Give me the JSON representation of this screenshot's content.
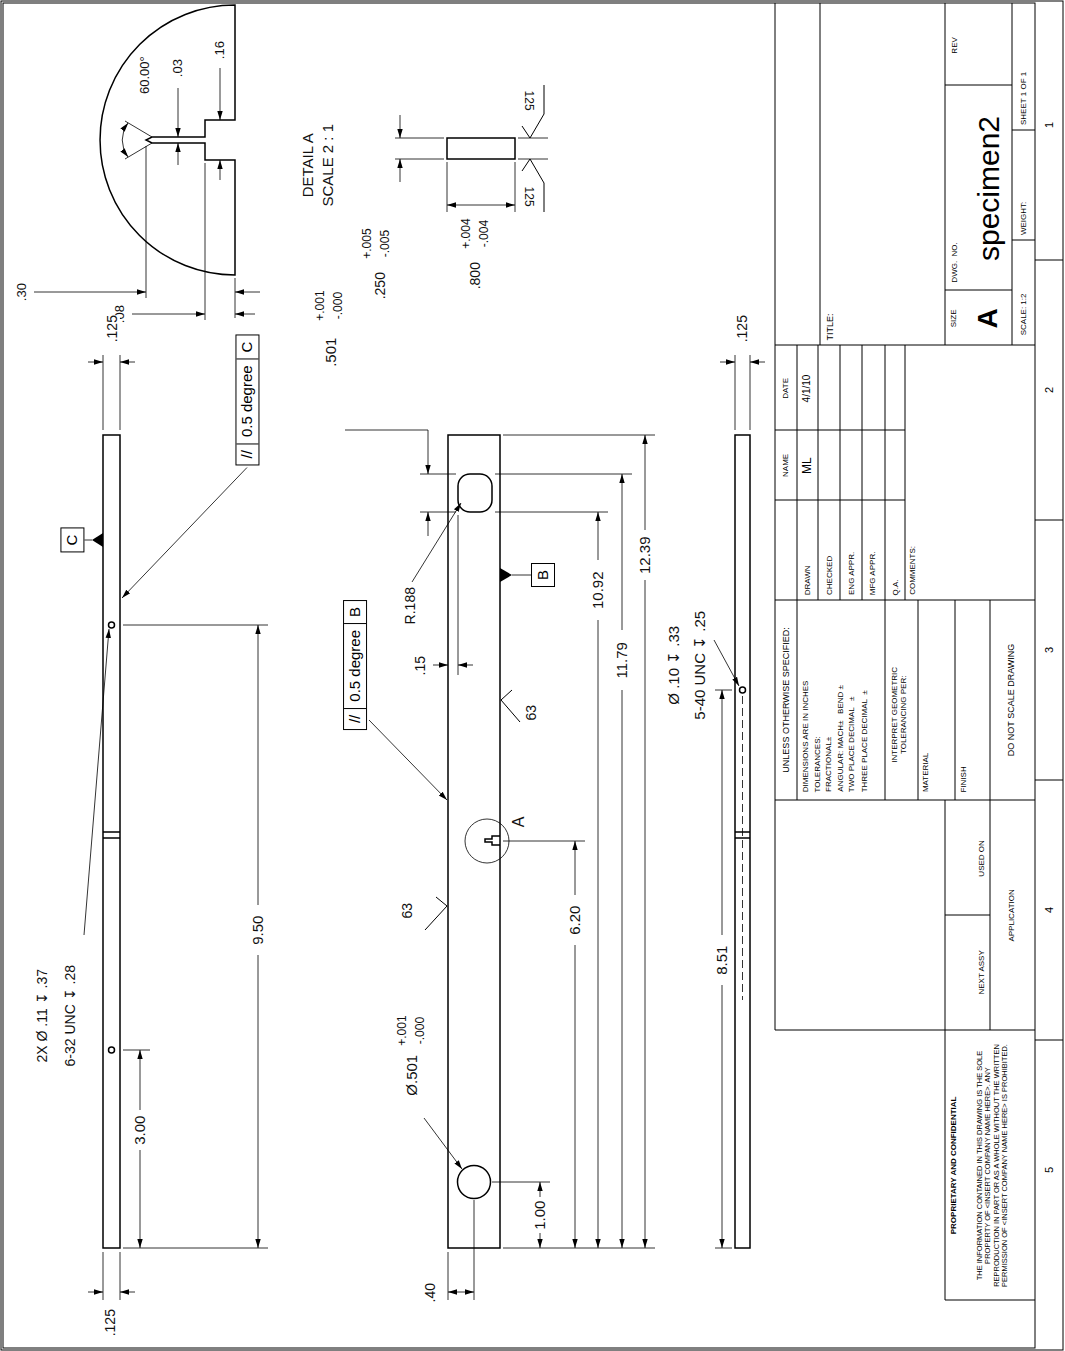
{
  "diagram": {
    "nodes": [
      {
        "text": [
          "C"
        ]
      },
      {
        "text": [
          "//",
          "0.5 degree",
          "C"
        ]
      },
      {
        "text": [
          "//",
          "0.5 degree",
          "B"
        ]
      },
      {
        "text": [
          "B"
        ]
      }
    ],
    "labels": [
      ".30",
      ".08",
      "60.00°",
      ".03",
      ".16",
      "DETAIL A",
      "SCALE 2 : 1",
      ".250",
      "+.005",
      "-.005",
      ".800",
      "+.004",
      "-.004",
      "125",
      "125",
      ".125",
      ".501",
      "+.001",
      "-.000",
      "2X Ø .11 ↧ .37",
      "6-32 UNC ↧ .28",
      "9.50",
      "3.00",
      ".125",
      "R.188",
      ".15",
      "63",
      "Ø.501",
      "+.001",
      "-.000",
      "63",
      "A",
      "6.20",
      "10.92",
      "11.79",
      "12.39",
      "1.00",
      ".40",
      ".125",
      "Ø .10 ↧ .33",
      "5-40 UNC ↧ .25",
      "8.51",
      "UNLESS OTHERWISE SPECIFIED:",
      "NAME",
      "DATE",
      "DIMENSIONS ARE IN INCHES",
      "TOLERANCES:",
      "FRACTIONAL±",
      "ANGULAR: MACH±   BEND ±",
      "TWO PLACE DECIMAL   ±",
      "THREE PLACE DECIMAL  ±",
      "INTERPRET GEOMETRIC TOLERANCING PER:",
      "MATERIAL",
      "FINISH",
      "DO NOT SCALE DRAWING",
      "NEXT ASSY",
      "USED ON",
      "APPLICATION",
      "DRAWN",
      "ML",
      "4/1/10",
      "CHECKED",
      "ENG APPR.",
      "MFG APPR.",
      "Q.A.",
      "COMMENTS:",
      "TITLE:",
      "SIZE",
      "DWG.  NO.",
      "A",
      "specimen2",
      "REV",
      "SCALE: 1:2",
      "WEIGHT:",
      "SHEET 1 OF 1",
      "PROPRIETARY AND CONFIDENTIAL",
      "THE INFORMATION CONTAINED IN THIS DRAWING IS THE SOLE PROPERTY OF <INSERT COMPANY NAME HERE>. ANY REPRODUCTION IN PART OR AS A WHOLE WITHOUT THE WRITTEN PERMISSION OF <INSERT COMPANY NAME HERE> IS PROHIBITED.",
      "1",
      "2",
      "3",
      "4",
      "5"
    ]
  }
}
